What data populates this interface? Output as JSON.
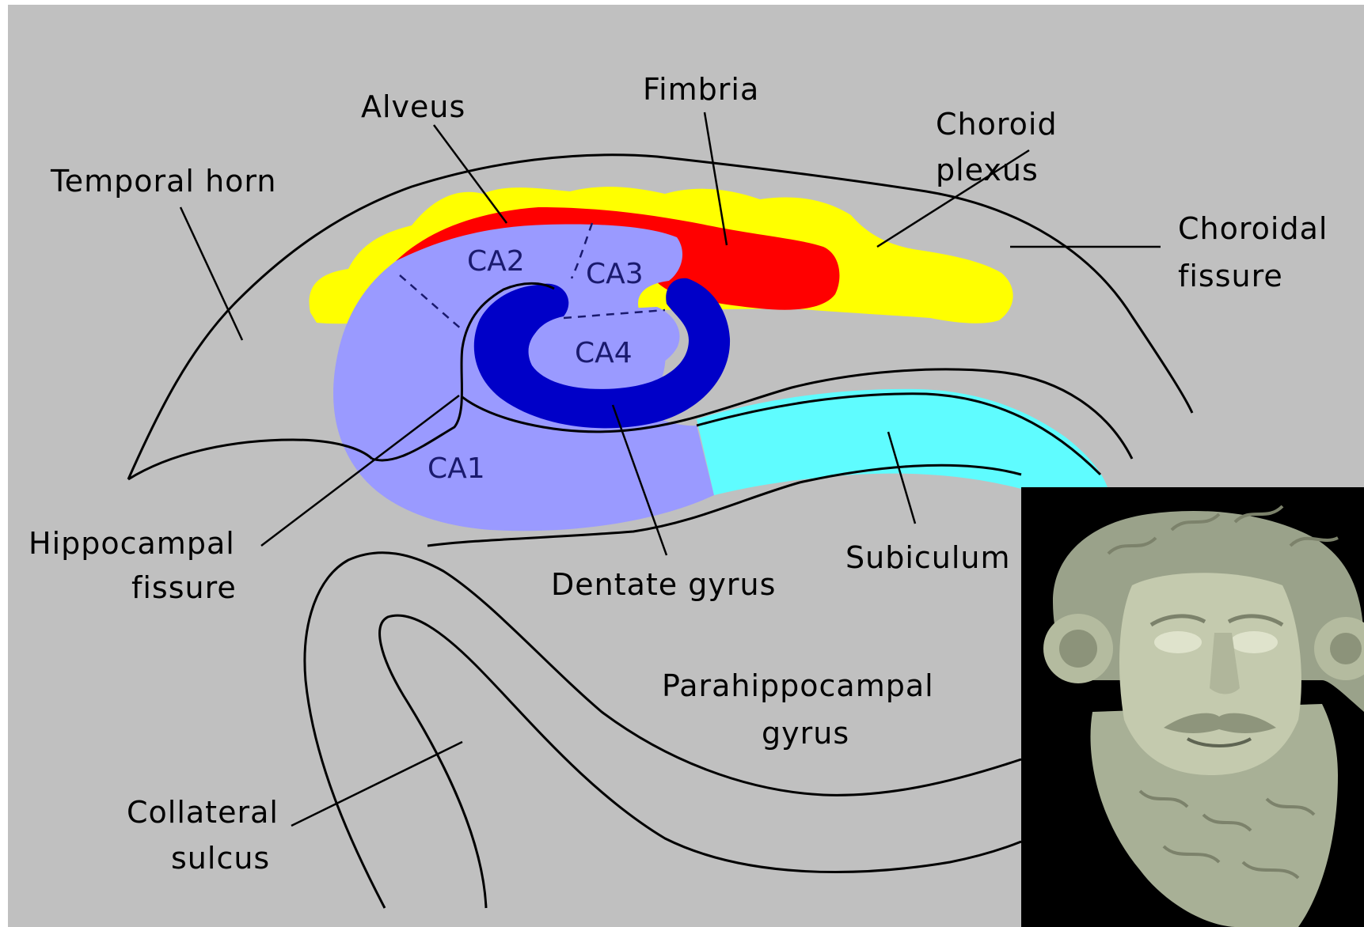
{
  "labels": {
    "alveus": "Alveus",
    "fimbria": "Fimbria",
    "choroid_plexus_1": "Choroid",
    "choroid_plexus_2": "plexus",
    "temporal_horn": "Temporal horn",
    "choroidal_fissure_1": "Choroidal",
    "choroidal_fissure_2": "fissure",
    "ca2": "CA2",
    "ca3": "CA3",
    "ca4": "CA4",
    "ca1": "CA1",
    "hippocampal_fissure_1": "Hippocampal",
    "hippocampal_fissure_2": "fissure",
    "dentate_gyrus": "Dentate gyrus",
    "subiculum": "Subiculum",
    "parahippocampal_gyrus_1": "Parahippocampal",
    "parahippocampal_gyrus_2": "gyrus",
    "collateral_sulcus_1": "Collateral",
    "collateral_sulcus_2": "sulcus"
  },
  "colors": {
    "background": "#c0c0c0",
    "choroid_plexus": "#ffff00",
    "fimbria": "#ff0000",
    "cornu_ammonis": "#9a9aff",
    "dentate_gyrus": "#0000c8",
    "subiculum": "#5ffcff",
    "photo_background": "#000000"
  },
  "inset_photo": "bearded-head-sculpture"
}
